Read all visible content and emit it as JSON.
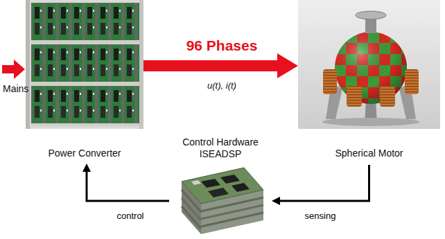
{
  "diagram": {
    "nodes": [
      {
        "text": [
          "Power Converter"
        ]
      },
      {
        "text": [
          "Spherical Motor"
        ]
      },
      {
        "text": [
          "Control Hardware ISEADSP"
        ]
      }
    ],
    "edges": [
      {
        "from": 0,
        "to": 1,
        "arrow": "to",
        "label": "96 Phases"
      },
      {
        "from": 1,
        "to": 2,
        "arrow": "to",
        "label": "sensing"
      },
      {
        "from": 2,
        "to": 0,
        "arrow": "to",
        "label": "control"
      }
    ],
    "labels": [
      "Mains",
      "u(t), i(t)"
    ]
  }
}
